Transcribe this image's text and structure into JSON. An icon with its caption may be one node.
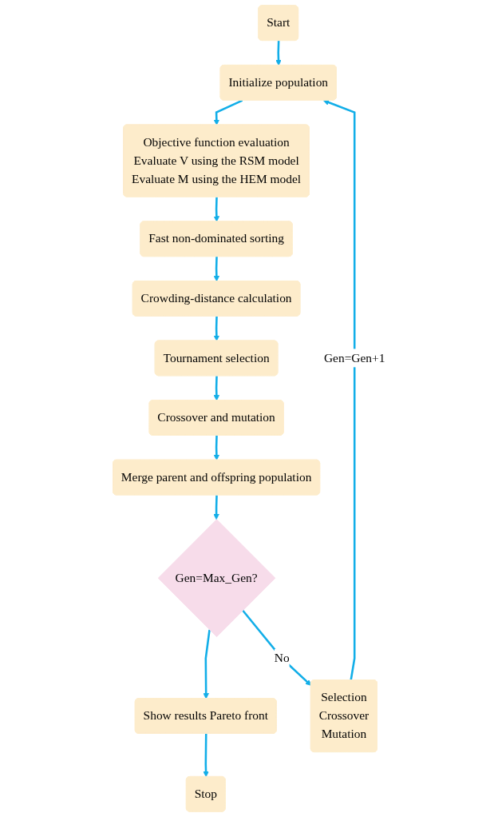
{
  "diagram": {
    "nodes": [
      {
        "text": [
          "Start"
        ]
      },
      {
        "text": [
          "Initialize population"
        ]
      },
      {
        "text": [
          "Objective function evaluation",
          "Evaluate V using the RSM model",
          "Evaluate M using the HEM model"
        ]
      },
      {
        "text": [
          "Fast non-dominated sorting"
        ]
      },
      {
        "text": [
          "Crowding-distance calculation"
        ]
      },
      {
        "text": [
          "Tournament selection"
        ]
      },
      {
        "text": [
          "Crossover and mutation"
        ]
      },
      {
        "text": [
          "Merge parent and offspring population"
        ]
      },
      {
        "text": [
          "Gen=Max_Gen?"
        ]
      },
      {
        "text": [
          "Show results Pareto front"
        ]
      },
      {
        "text": [
          "Stop"
        ]
      },
      {
        "text": [
          "Selection",
          "Crossover",
          "Mutation"
        ]
      }
    ],
    "edges": [
      {
        "from": 0,
        "to": 1,
        "arrow": "to"
      },
      {
        "from": 1,
        "to": 2,
        "arrow": "to"
      },
      {
        "from": 2,
        "to": 3,
        "arrow": "to"
      },
      {
        "from": 3,
        "to": 4,
        "arrow": "to"
      },
      {
        "from": 4,
        "to": 5,
        "arrow": "to"
      },
      {
        "from": 5,
        "to": 6,
        "arrow": "to"
      },
      {
        "from": 6,
        "to": 7,
        "arrow": "to"
      },
      {
        "from": 7,
        "to": 8,
        "arrow": "to"
      },
      {
        "from": 8,
        "to": 9,
        "arrow": "to"
      },
      {
        "from": 9,
        "to": 10,
        "arrow": "to"
      },
      {
        "from": 8,
        "to": 11,
        "arrow": "to",
        "label": "No"
      },
      {
        "from": 11,
        "to": 1,
        "arrow": "to",
        "label": "Gen=Gen+1"
      }
    ]
  }
}
